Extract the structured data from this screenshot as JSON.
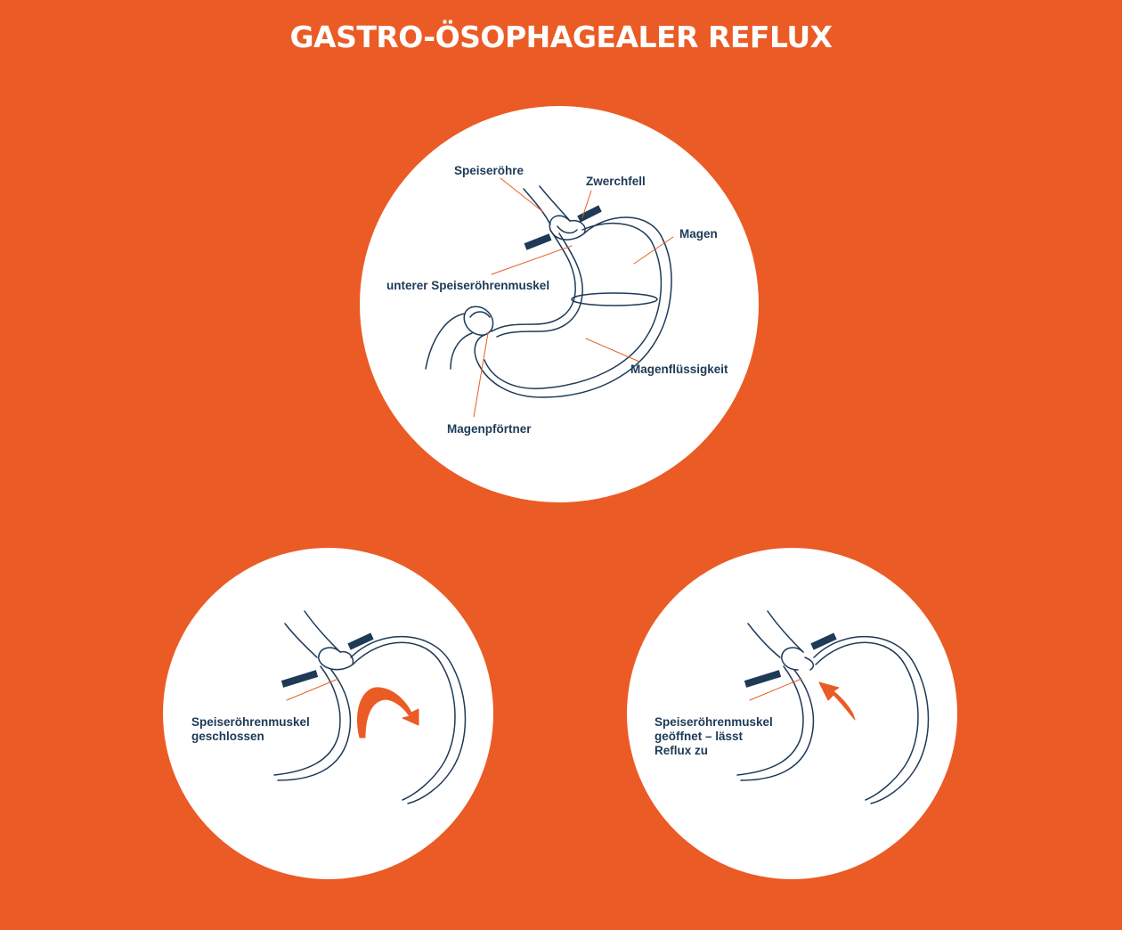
{
  "title": "GASTRO-ÖSOPHAGEALER REFLUX",
  "colors": {
    "background": "#eb5b25",
    "circle": "#ffffff",
    "outline": "#1d3a57",
    "leader": "#eb5b25",
    "arrow": "#eb5b25"
  },
  "anatomy": {
    "labels": {
      "speiseroehre": "Speiseröhre",
      "zwerchfell": "Zwerchfell",
      "magen": "Magen",
      "unterer_muskel": "unterer Speiseröhrenmuskel",
      "magenfluessigkeit": "Magenflüssigkeit",
      "magenpfoertner": "Magenpförtner"
    }
  },
  "closed": {
    "label_line1": "Speiseröhrenmuskel",
    "label_line2": "geschlossen"
  },
  "open": {
    "label_line1": "Speiseröhrenmuskel",
    "label_line2": "geöffnet – lässt",
    "label_line3": "Reflux zu"
  }
}
